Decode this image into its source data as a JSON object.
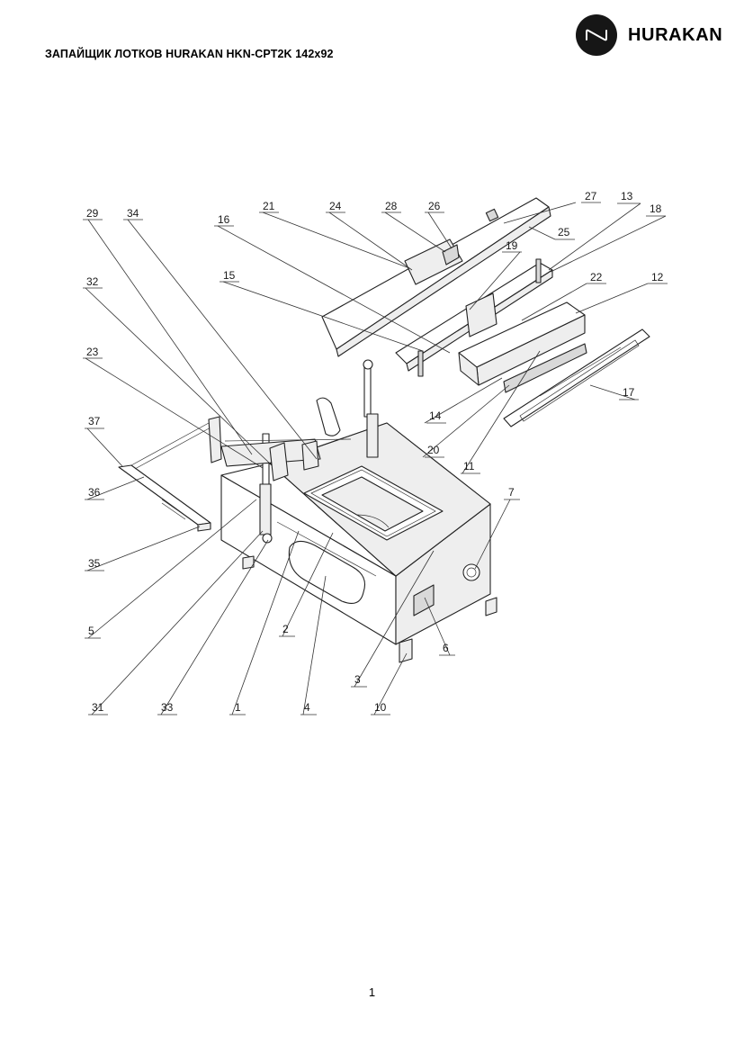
{
  "header": {
    "title": "ЗАПАЙЩИК ЛОТКОВ HURAKAN HKN-CPT2K 142x92",
    "brand": "HURAKAN",
    "logo_icon": "hurakan-logo-icon"
  },
  "diagram": {
    "callouts": [
      "29",
      "34",
      "16",
      "21",
      "24",
      "28",
      "26",
      "27",
      "13",
      "18",
      "25",
      "19",
      "22",
      "12",
      "15",
      "32",
      "23",
      "37",
      "36",
      "35",
      "5",
      "31",
      "33",
      "1",
      "2",
      "4",
      "3",
      "10",
      "6",
      "7",
      "14",
      "20",
      "11",
      "17"
    ]
  },
  "footer": {
    "page_number": "1"
  }
}
